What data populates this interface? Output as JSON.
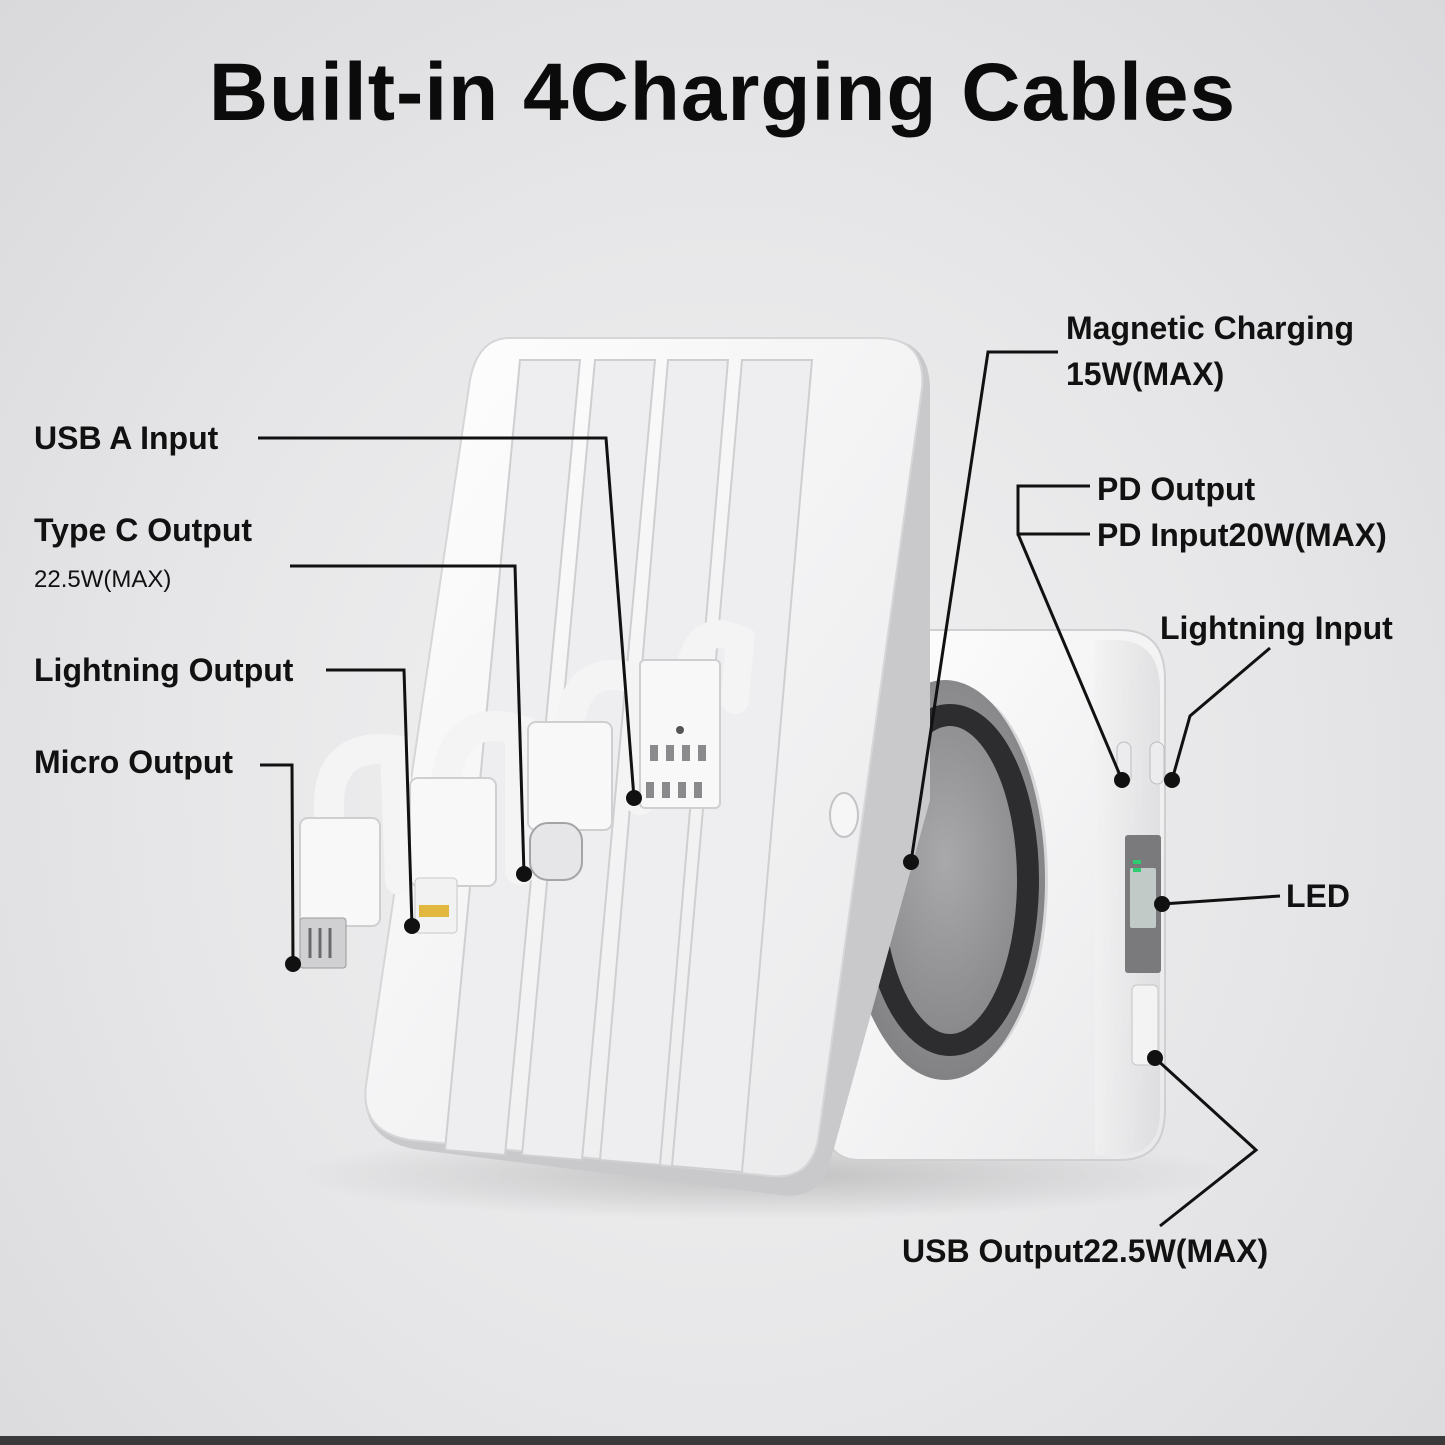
{
  "title": "Built-in 4Charging Cables",
  "labels": {
    "usb_a_input": "USB A Input",
    "type_c_output": "Type C Output",
    "type_c_output_power": "22.5W(MAX)",
    "lightning_output": "Lightning Output",
    "micro_output": "Micro Output",
    "magnetic_charging": "Magnetic Charging",
    "magnetic_charging_power": "15W(MAX)",
    "pd_output": "PD Output",
    "pd_input": "PD Input20W(MAX)",
    "lightning_input": "Lightning Input",
    "led": "LED",
    "usb_output": "USB Output22.5W(MAX)"
  },
  "colors": {
    "leader_line": "#111111",
    "device_body": "#fbfbfb",
    "wireless_pad": "#8e8e90"
  },
  "icons": [
    "lightning-bolt-icon"
  ]
}
